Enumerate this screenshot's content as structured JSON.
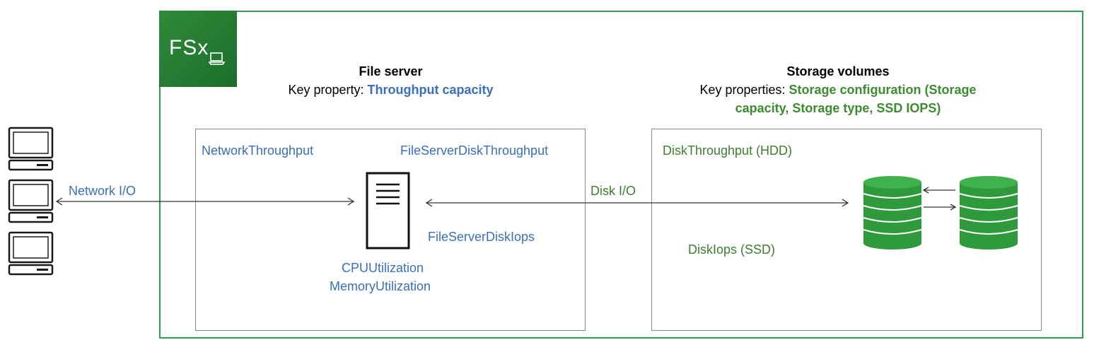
{
  "badge": {
    "text": "FSx"
  },
  "file_server": {
    "title": "File server",
    "key_prefix": "Key property: ",
    "key_value": "Throughput capacity",
    "metrics": {
      "network_throughput": "NetworkThroughput",
      "disk_throughput": "FileServerDiskThroughput",
      "disk_iops": "FileServerDiskIops",
      "cpu": "CPUUtilization",
      "memory": "MemoryUtilization"
    }
  },
  "storage_volumes": {
    "title": "Storage volumes",
    "key_prefix": "Key properties: ",
    "key_value_line1": "Storage configuration (Storage",
    "key_value_line2": "capacity, Storage type, SSD IOPS)",
    "metrics": {
      "disk_throughput": "DiskThroughput (HDD)",
      "disk_iops": "DiskIops (SSD)"
    }
  },
  "connections": {
    "network_io": "Network I/O",
    "disk_io": "Disk I/O"
  },
  "colors": {
    "border_green": "#2e9e4f",
    "badge_green": "#2f8a39",
    "metric_blue": "#3a6fbd",
    "metric_green": "#3c7e2e",
    "db_green": "#2f9a3c"
  },
  "icons": [
    "fsx-laptop-icon",
    "client-computer-icon",
    "file-server-icon",
    "storage-database-icon"
  ]
}
